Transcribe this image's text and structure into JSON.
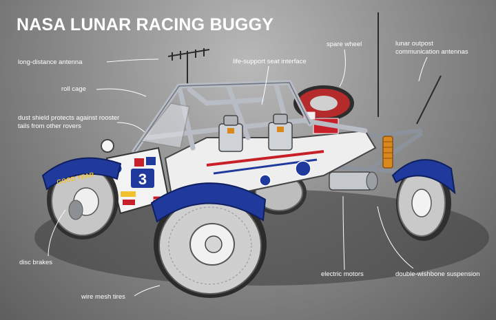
{
  "title": "NASA LUNAR RACING BUGGY",
  "labels": {
    "long_distance_antenna": "long-distance antenna",
    "roll_cage": "roll cage",
    "dust_shield": "dust shield protects against rooster tails from other rovers",
    "life_support": "life-support seat interface",
    "spare_wheel": "spare wheel",
    "comm_antennas": "lunar outpost communication antennas",
    "disc_brakes": "disc brakes",
    "wire_mesh_tires": "wire mesh tires",
    "electric_motors": "electric motors",
    "suspension": "double-wishbone suspension"
  },
  "decals": {
    "number": "3",
    "goodyear": "GOOD YEAR"
  },
  "colors": {
    "fender_blue": "#1f3a9c",
    "frame_gray": "#b8bcc4",
    "tire_gray": "#cfcfcf",
    "body_white": "#eeeeee",
    "accent_red": "#c8202a",
    "spring_orange": "#d9891c"
  }
}
